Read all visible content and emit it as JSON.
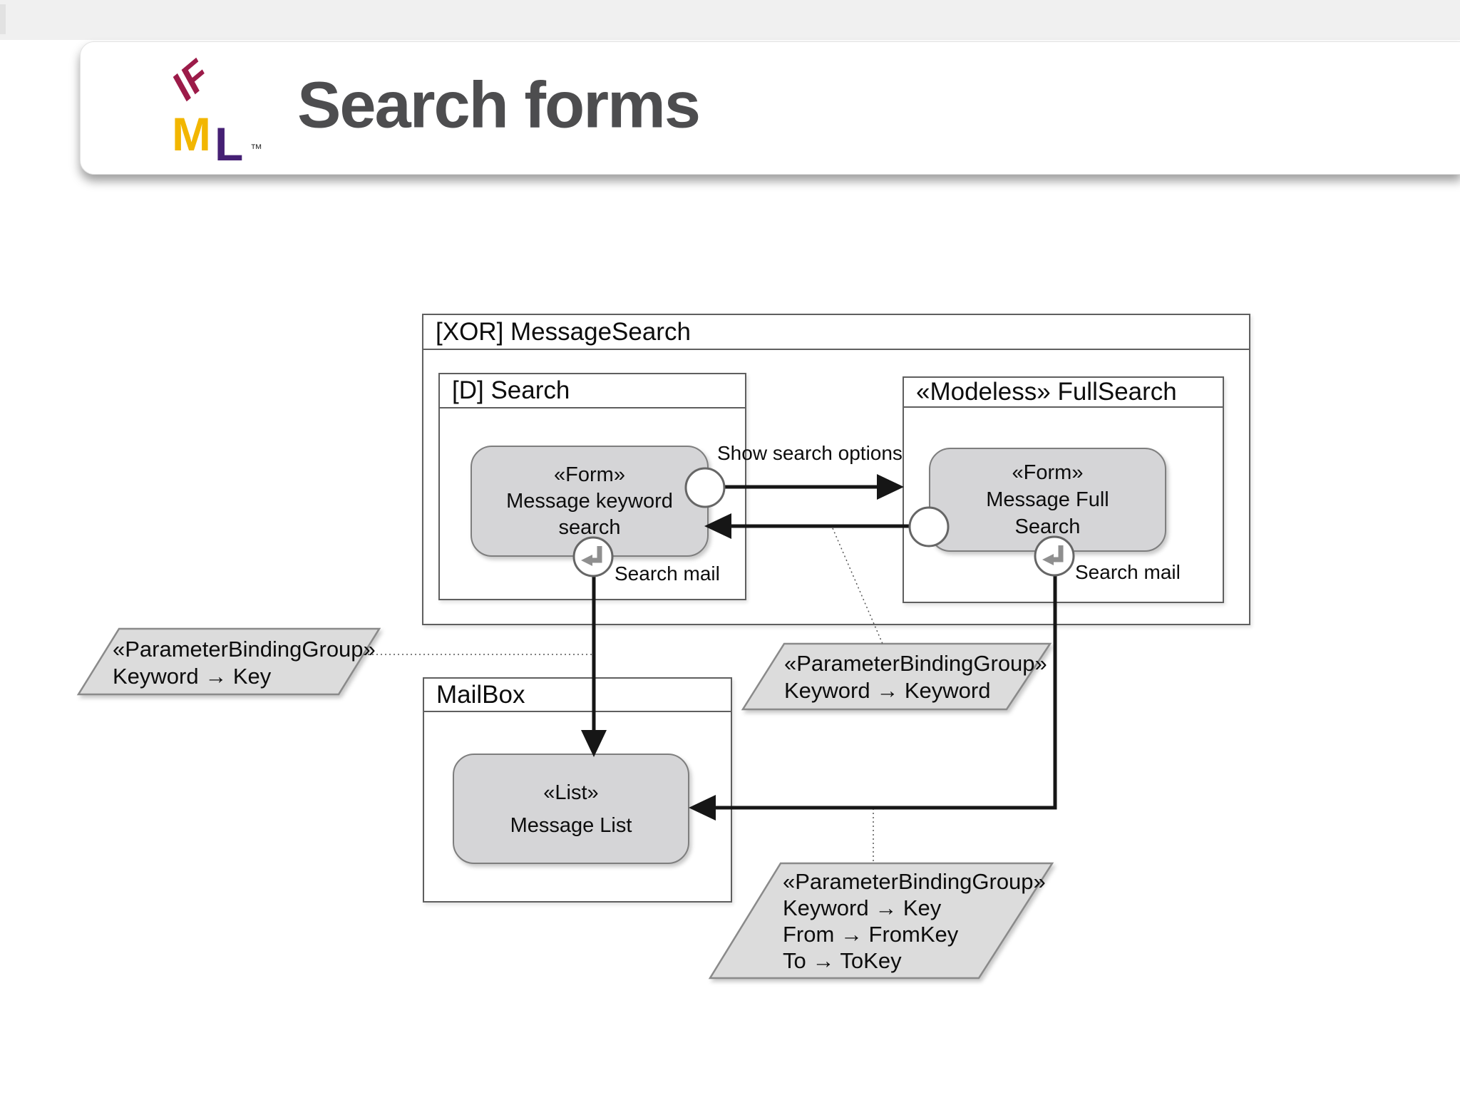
{
  "header": {
    "title": "Search forms",
    "logo": {
      "if": "IF",
      "m": "M",
      "l": "L",
      "trademark": "™"
    }
  },
  "diagram": {
    "xor": {
      "title": "[XOR] MessageSearch"
    },
    "search": {
      "title": "[D] Search"
    },
    "fullsearch": {
      "title": "«Modeless» FullSearch"
    },
    "mailbox": {
      "title": "MailBox"
    },
    "keyword_form": {
      "lines": [
        "«Form»",
        "Message keyword",
        "search"
      ]
    },
    "full_form": {
      "lines": [
        "«Form»",
        "Message Full",
        "Search"
      ]
    },
    "message_list": {
      "lines": [
        "«List»",
        "Message List"
      ]
    },
    "labels": {
      "show_search_options": "Show search options",
      "search_mail_left": "Search mail",
      "search_mail_right": "Search mail"
    },
    "pbg_left": {
      "lines": [
        "«ParameterBindingGroup»",
        "Keyword → Key"
      ]
    },
    "pbg_middle": {
      "lines": [
        "«ParameterBindingGroup»",
        "Keyword → Keyword"
      ]
    },
    "pbg_bottom": {
      "lines": [
        "«ParameterBindingGroup»",
        "Keyword → Key",
        "From → FromKey",
        "To → ToKey"
      ]
    }
  },
  "colors": {
    "logo_red": "#9c1b49",
    "logo_yellow": "#f2b600",
    "logo_purple": "#452074",
    "title_gray": "#4d4d4f",
    "box_fill": "#d5d5d7",
    "parallelogram_fill": "#dcdcdc",
    "arrow_black": "#161616"
  }
}
